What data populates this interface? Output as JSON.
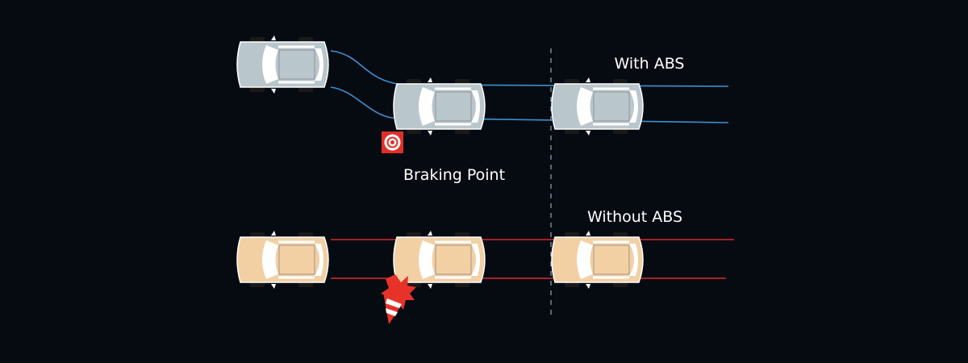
{
  "labels": {
    "with_abs": "With ABS",
    "braking_point": "Braking Point",
    "without_abs": "Without ABS"
  },
  "colors": {
    "abs_car": "#b9c6cc",
    "no_abs_car": "#f3cfa4",
    "abs_track": "#3d8fd0",
    "no_abs_track": "#d8282a",
    "marker": "#e0302a",
    "background": "#060b12"
  },
  "icons": {
    "braking_marker": "target-icon",
    "impact": "crash-burst-icon",
    "cone": "traffic-cone-icon"
  }
}
